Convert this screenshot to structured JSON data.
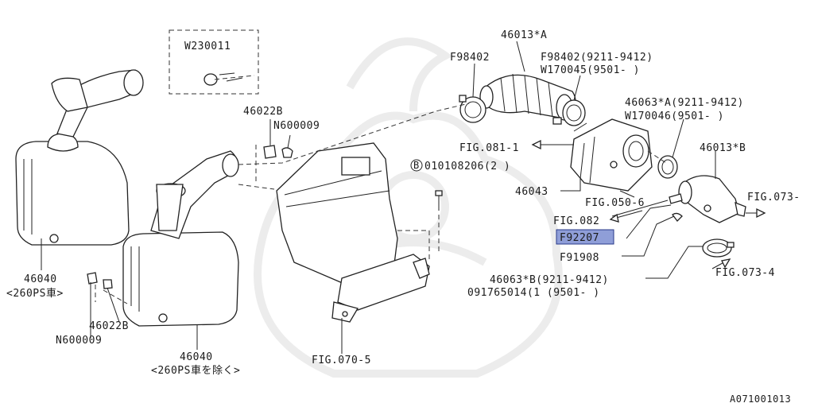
{
  "labels": {
    "w230011": "W230011",
    "n46013a": "46013*A",
    "f98402": "F98402",
    "f98402_range": "F98402(9211-9412)",
    "w170045": "W170045(9501-      )",
    "n46022b_top": "46022B",
    "n600009_top": "N600009",
    "n46063a": "46063*A(9211-9412)",
    "w170046": "W170046(9501-      )",
    "fig081": "FIG.081-1",
    "bolt": "010108206(2  )",
    "bolt_mark": "B",
    "n46013b": "46013*B",
    "n46043": "46043",
    "fig050": "FIG.050-6",
    "fig073a": "FIG.073-",
    "fig082": "FIG.082",
    "f92207": "F92207",
    "f91908": "F91908",
    "fig0734": "FIG.073-4",
    "n46063b": "46063*B(9211-9412)",
    "n091765014": "091765014(1  (9501-      )",
    "n46040_left": "46040",
    "n46040_left_note": "<260PS車>",
    "n600009_bot": "N600009",
    "n46022b_bot": "46022B",
    "n46040_bot": "46040",
    "n46040_bot_note": "<260PS車を除く>",
    "fig0705": "FIG.070-5",
    "code": "A071001013"
  },
  "colors": {
    "highlight": "#8f9ed8",
    "ink": "#222222"
  }
}
